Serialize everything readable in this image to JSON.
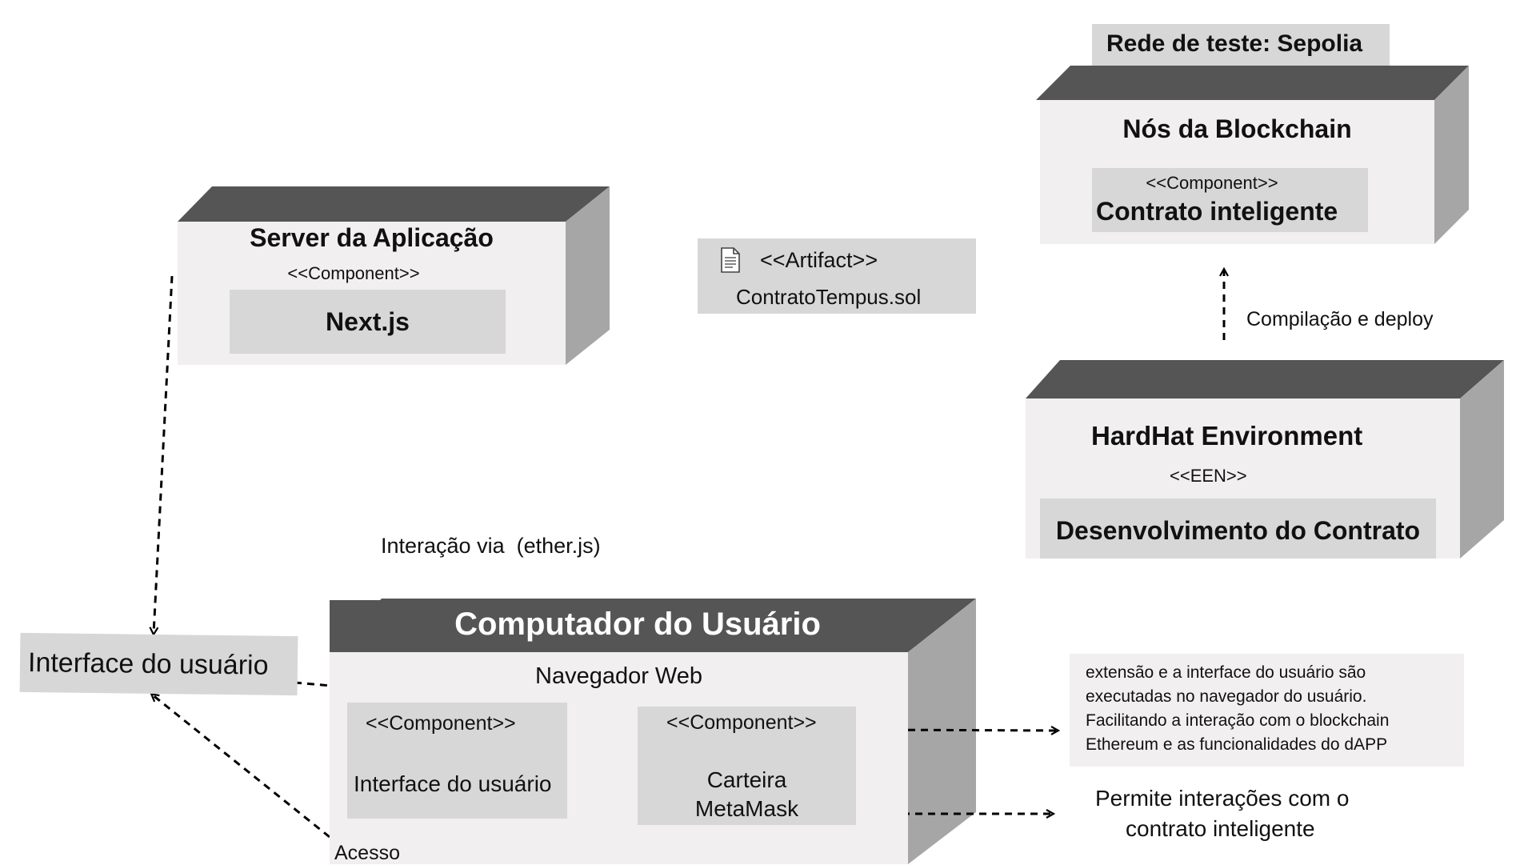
{
  "network_label": "Rede de teste: Sepolia",
  "blockchain_node": {
    "title": "Nós da Blockchain",
    "stereotype": "<<Component>>",
    "component_name": "Contrato inteligente"
  },
  "app_server": {
    "title": "Server da Aplicação",
    "stereotype": "<<Component>>",
    "component_name": "Next.js"
  },
  "artifact": {
    "icon": "document-icon",
    "stereotype": "<<Artifact>>",
    "name": "ContratoTempus.sol"
  },
  "compile_label": "Compilação e deploy",
  "hardhat_node": {
    "title": "HardHat Environment",
    "stereotype": "<<EEN>>",
    "component_name": "Desenvolvimento do Contrato"
  },
  "interaction_label": "Interação via  (ether.js)",
  "ui_label": "Interface do usuário",
  "user_computer": {
    "title": "Computador do Usuário",
    "subtitle": "Navegador Web",
    "ui_component": {
      "stereotype": "<<Component>>",
      "name": "Interface do usuário"
    },
    "wallet_component": {
      "stereotype": "<<Component>>",
      "name_line1": "Carteira",
      "name_line2": "MetaMask"
    }
  },
  "access_label": "Acesso",
  "note_extension": {
    "line1": "extensão e a interface do usuário são",
    "line2": "executadas no navegador do usuário.",
    "line3": "Facilitando a interação com o blockchain",
    "line4": "Ethereum e as funcionalidades do dAPP"
  },
  "note_contract": {
    "line1": "Permite interações com o",
    "line2": "contrato inteligente"
  }
}
